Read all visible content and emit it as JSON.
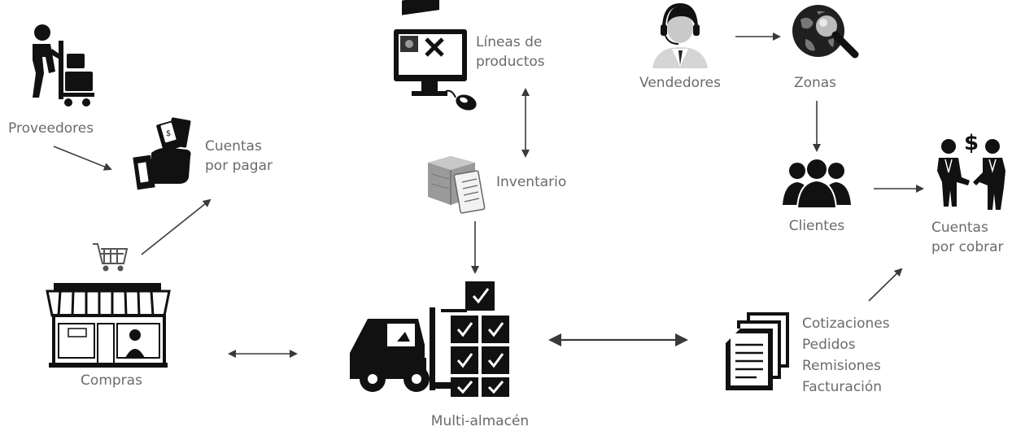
{
  "nodes": {
    "proveedores": "Proveedores",
    "cuentas_pagar_1": "Cuentas",
    "cuentas_pagar_2": "por pagar",
    "lineas_1": "Líneas de",
    "lineas_2": "productos",
    "inventario": "Inventario",
    "vendedores": "Vendedores",
    "zonas": "Zonas",
    "clientes": "Clientes",
    "cuentas_cobrar_1": "Cuentas",
    "cuentas_cobrar_2": "por cobrar",
    "compras": "Compras",
    "multialmacen": "Multi-almacén",
    "docs": [
      "Cotizaciones",
      "Pedidos",
      "Remisiones",
      "Facturación"
    ]
  },
  "icons": {
    "proveedores": "person-pushing-cart-icon",
    "cuentas_pagar": "hand-with-money-icon",
    "compras_cart": "shopping-cart-icon",
    "compras_store": "storefront-icon",
    "lineas": "computer-tools-icon",
    "inventario": "warehouse-checklist-icon",
    "multialmacen": "forklift-boxes-icon",
    "vendedores": "headset-agent-icon",
    "zonas": "globe-magnifier-icon",
    "clientes": "people-group-icon",
    "cuentas_cobrar": "business-deal-icon",
    "docs": "documents-stack-icon"
  },
  "colors": {
    "text": "#6b6b6b",
    "icon": "#111111",
    "arrow": "#3a3a3a"
  }
}
